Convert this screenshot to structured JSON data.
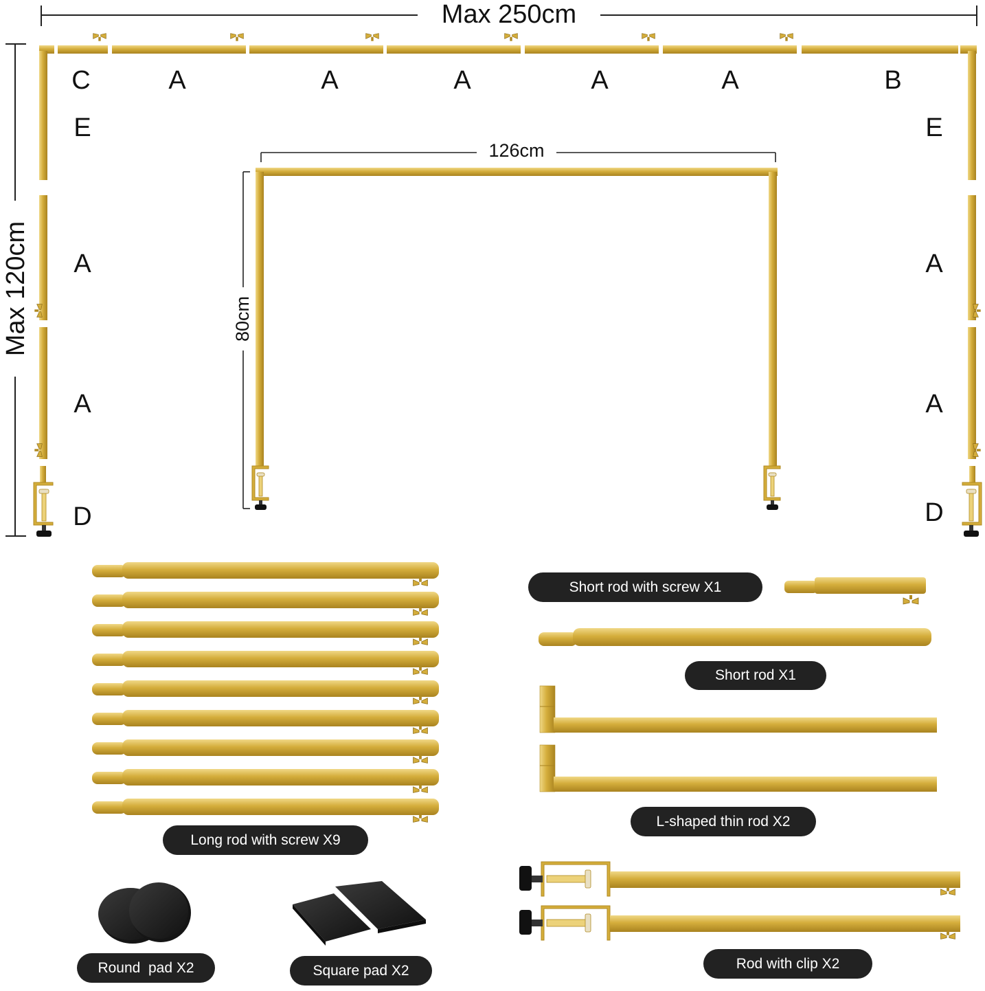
{
  "dimensions": {
    "max_width": "Max 250cm",
    "max_height": "Max 120cm",
    "inner_width": "126cm",
    "inner_height": "80cm"
  },
  "part_letters": {
    "top": [
      "C",
      "A",
      "A",
      "A",
      "A",
      "A",
      "B"
    ],
    "left": [
      "E",
      "A",
      "A",
      "D"
    ],
    "right": [
      "E",
      "A",
      "A",
      "D"
    ]
  },
  "components": {
    "long_rod": "Long rod with screw X9",
    "short_rod_screw": "Short rod with screw X1",
    "short_rod": "Short rod X1",
    "l_rod": "L-shaped thin rod X2",
    "clip_rod": "Rod with clip X2",
    "round_pad": "Round  pad X2",
    "square_pad": "Square pad X2"
  },
  "colors": {
    "gold": "#d4ad3b",
    "gold_dark": "#b08a22",
    "gold_light": "#ecd27a",
    "pill_bg": "#222222",
    "pad": "#1e1e1e",
    "line": "#222222"
  },
  "counts": {
    "long_rods": 9,
    "l_rods": 2,
    "clip_rods": 2
  }
}
